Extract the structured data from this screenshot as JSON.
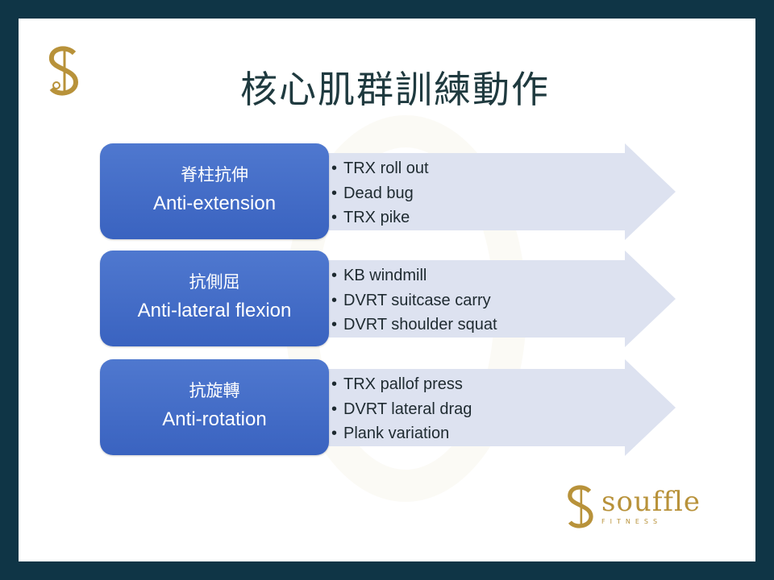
{
  "title": "核心肌群訓練動作",
  "rows": [
    {
      "zh": "脊柱抗伸",
      "en": "Anti-extension",
      "items": [
        "TRX roll out",
        "Dead bug",
        "TRX pike"
      ]
    },
    {
      "zh": "抗側屈",
      "en": "Anti-lateral flexion",
      "items": [
        "KB windmill",
        "DVRT suitcase carry",
        "DVRT shoulder squat"
      ]
    },
    {
      "zh": "抗旋轉",
      "en": "Anti-rotation",
      "items": [
        "TRX pallof press",
        "DVRT lateral drag",
        "Plank variation"
      ]
    }
  ],
  "brand": {
    "name": "souffle",
    "sub": "FITNESS"
  },
  "colors": {
    "background": "#0f3546",
    "box": "#4470c8",
    "arrow": "#dde2f0",
    "gold": "#b8923a"
  }
}
